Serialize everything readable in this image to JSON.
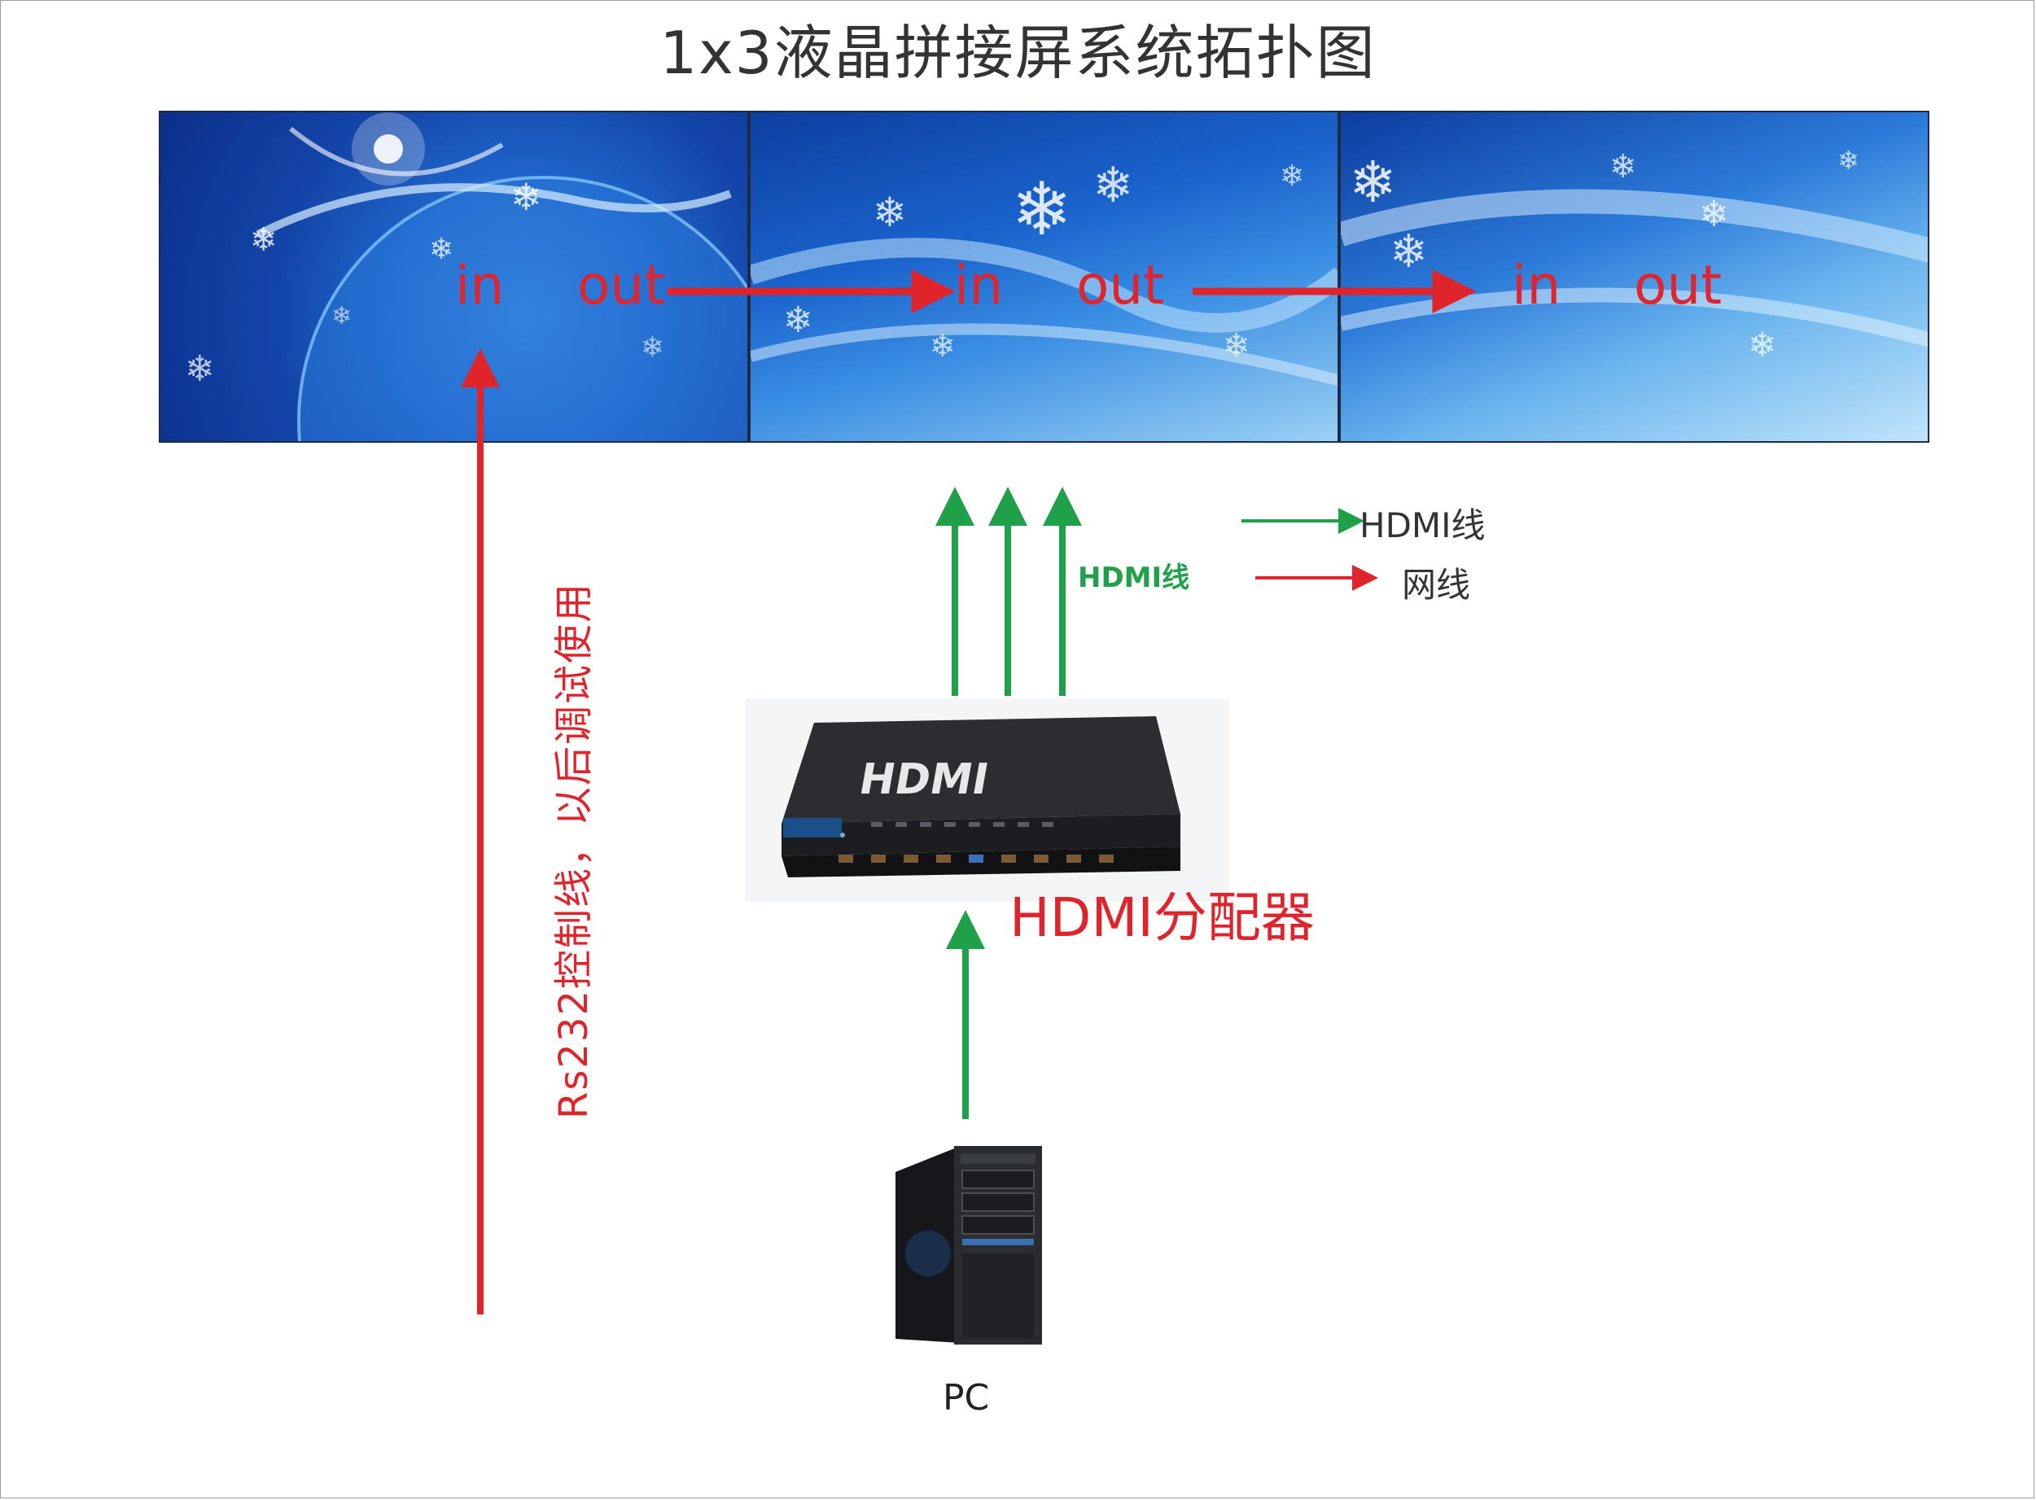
{
  "title": "1x3液晶拼接屏系统拓扑图",
  "screens": [
    {
      "in": "in",
      "out": "out"
    },
    {
      "in": "in",
      "out": "out"
    },
    {
      "in": "in",
      "out": "out"
    }
  ],
  "legend": {
    "hdmi": "HDMI线",
    "network": "网线"
  },
  "hdmi_wire_label": "HDMI线",
  "splitter_label": "HDMI分配器",
  "splitter_brand": "HDMI",
  "pc_label": "PC",
  "rs232_label": "Rs232控制线，以后调试使用",
  "colors": {
    "hdmi_line": "#21a04a",
    "network_line": "#e0242c",
    "label_red": "#e0242c"
  }
}
